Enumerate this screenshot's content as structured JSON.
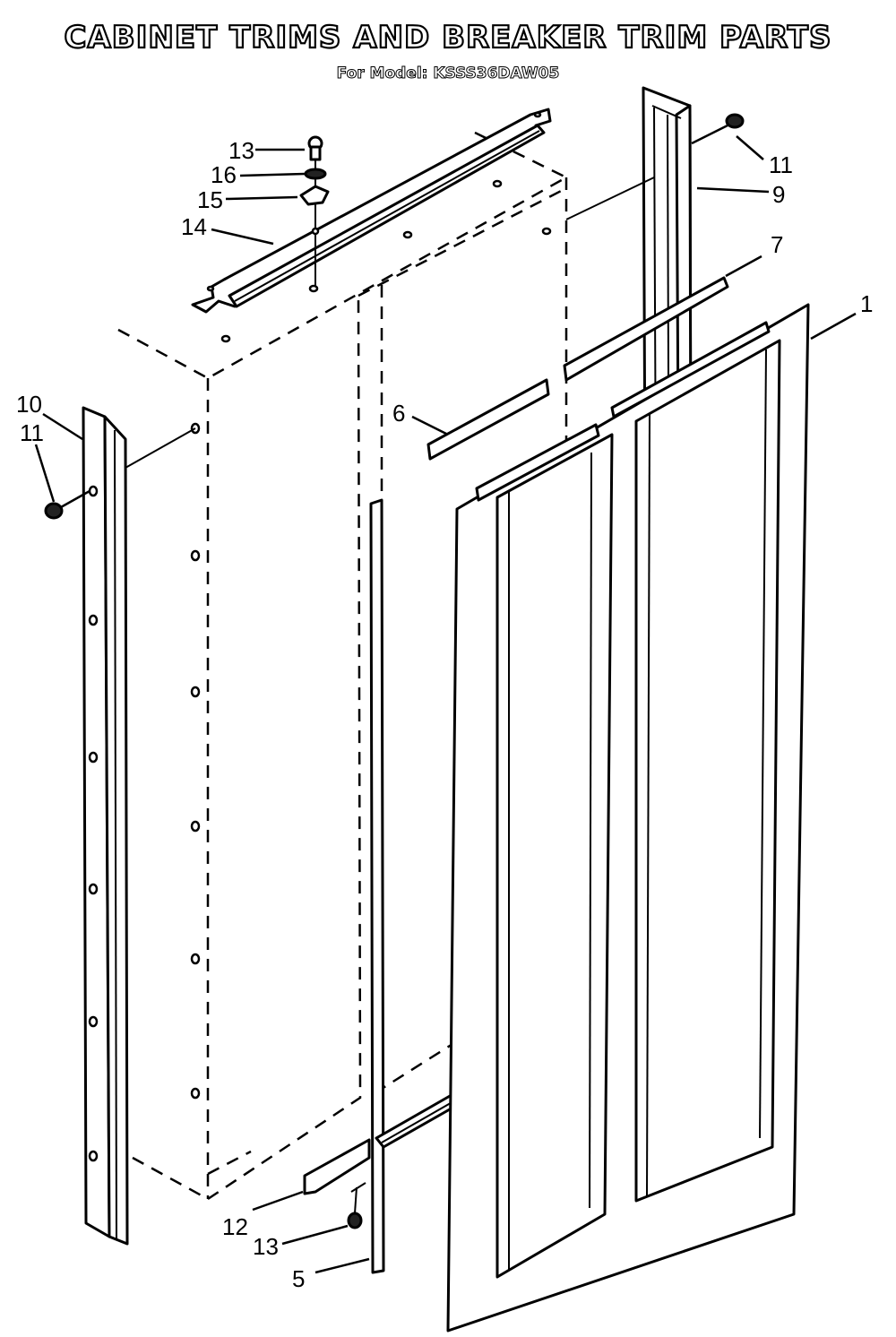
{
  "header": {
    "title": "CABINET TRIMS AND BREAKER TRIM PARTS",
    "subtitle": "For Model: KSSS36DAW05"
  },
  "callouts": {
    "c1": "1",
    "c5": "5",
    "c6": "6",
    "c7": "7",
    "c9": "9",
    "c10": "10",
    "c11_left": "11",
    "c11_right": "11",
    "c12": "12",
    "c13_top": "13",
    "c13_bottom": "13",
    "c14": "14",
    "c15": "15",
    "c16": "16"
  }
}
